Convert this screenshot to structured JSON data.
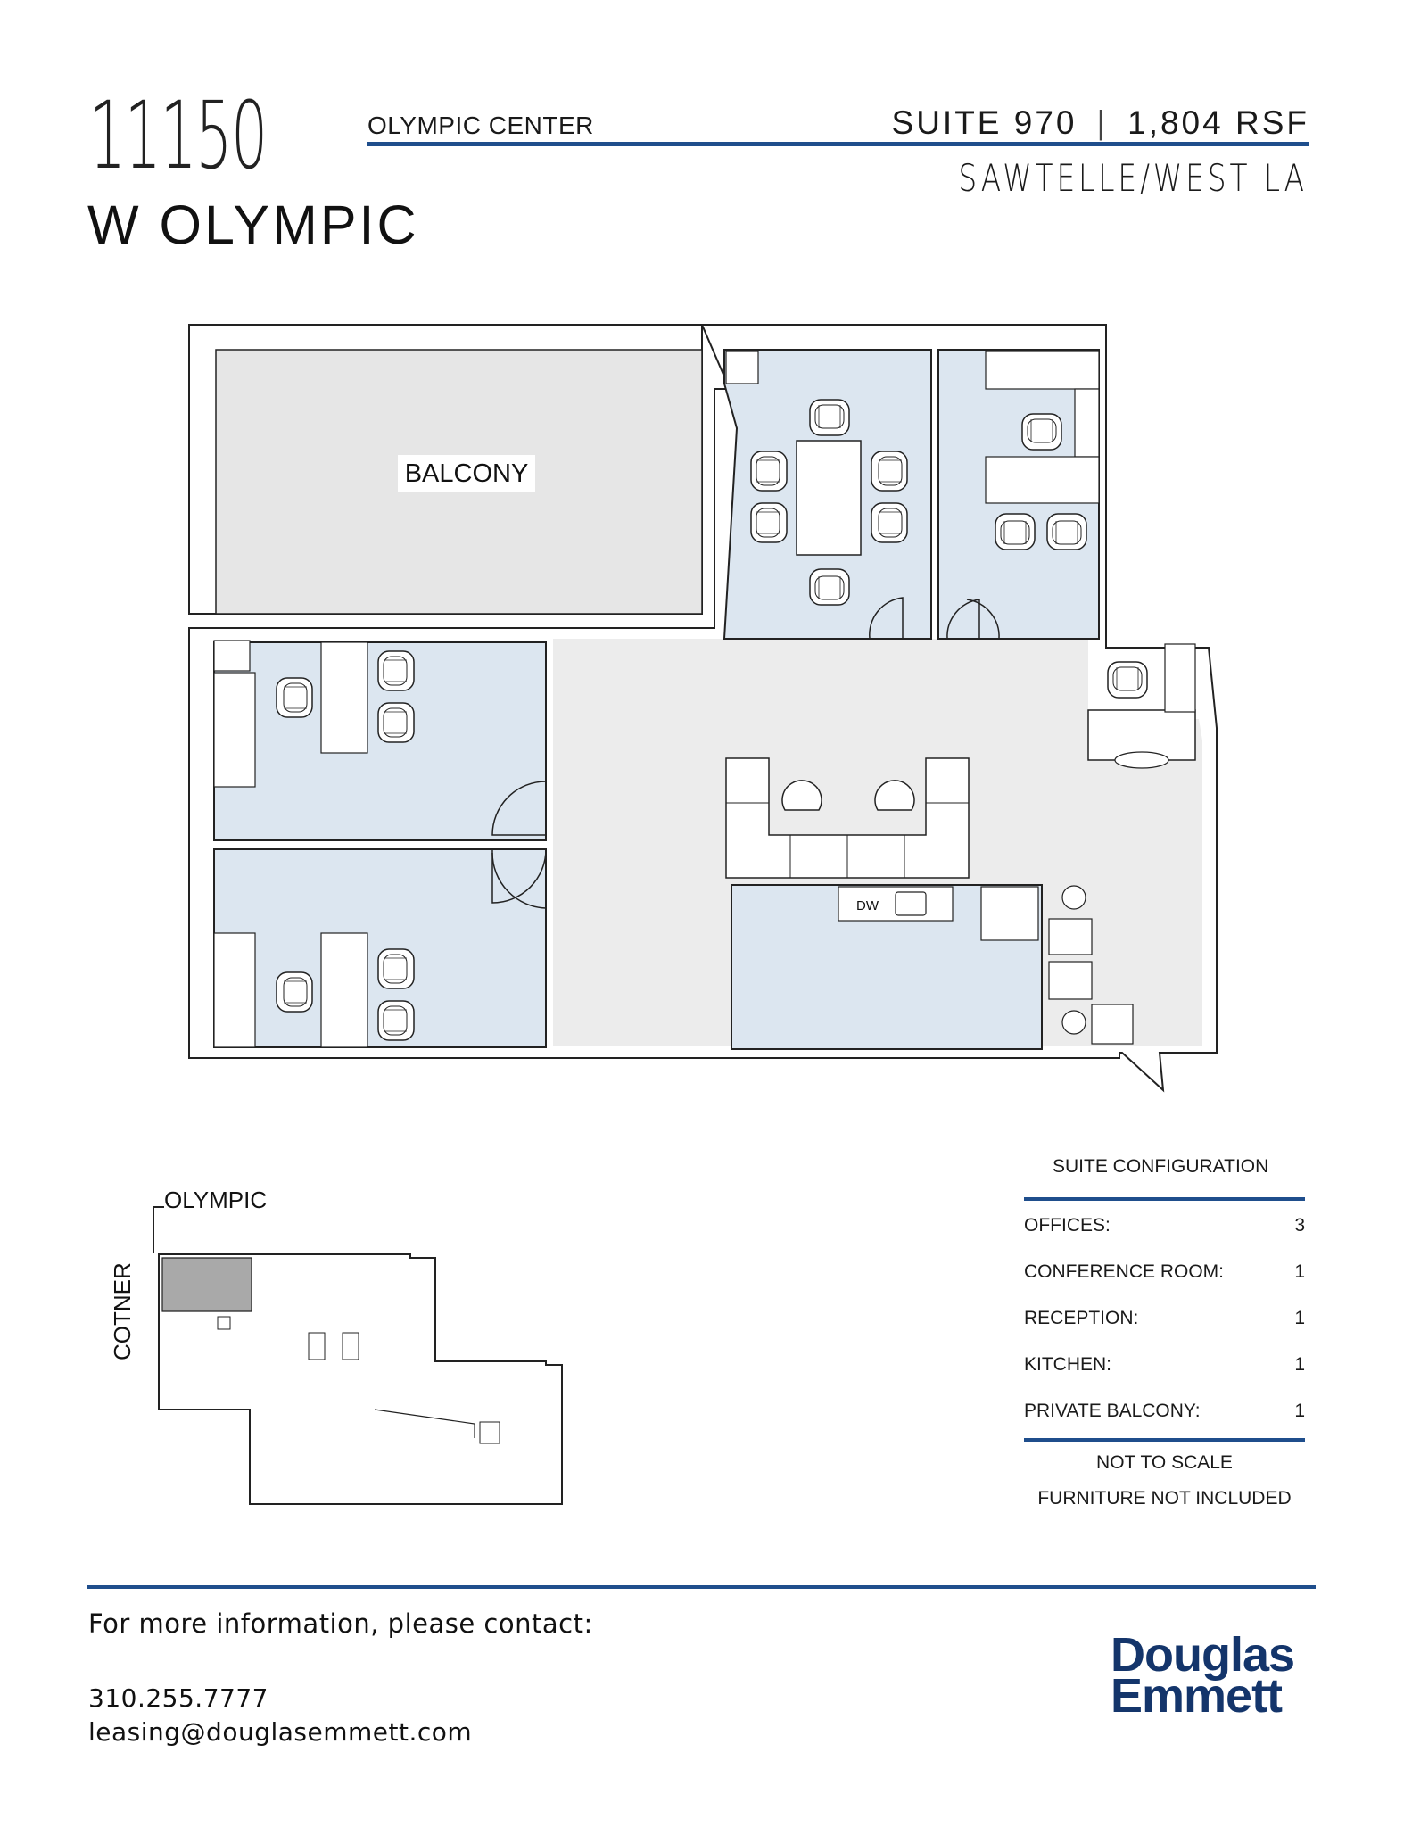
{
  "header": {
    "address_number": "11150",
    "address_street": "W OLYMPIC",
    "building_name": "OLYMPIC CENTER",
    "suite": "SUITE 970",
    "separator": "|",
    "rsf": "1,804 RSF",
    "submarket": "SAWTELLE/WEST LA",
    "accent_color": "#1f4e8c"
  },
  "floorplan": {
    "balcony_label": "BALCONY",
    "dishwasher_label": "DW",
    "room_fill_color": "#dce6f0",
    "common_fill_color": "#ececec"
  },
  "keyplan": {
    "street_top": "OLYMPIC",
    "street_side": "COTNER"
  },
  "configuration": {
    "title": "SUITE CONFIGURATION",
    "rows": [
      {
        "label": "OFFICES:",
        "value": "3"
      },
      {
        "label": "CONFERENCE ROOM:",
        "value": "1"
      },
      {
        "label": "RECEPTION:",
        "value": "1"
      },
      {
        "label": "KITCHEN:",
        "value": "1"
      },
      {
        "label": "PRIVATE BALCONY:",
        "value": "1"
      }
    ],
    "note_scale": "NOT TO SCALE",
    "note_furniture": "FURNITURE NOT INCLUDED"
  },
  "contact": {
    "heading": "For more information, please contact:",
    "phone": "310.255.7777",
    "email": "leasing@douglasemmett.com"
  },
  "logo": {
    "line1": "Douglas",
    "line2": "Emmett",
    "color": "#14356b"
  }
}
